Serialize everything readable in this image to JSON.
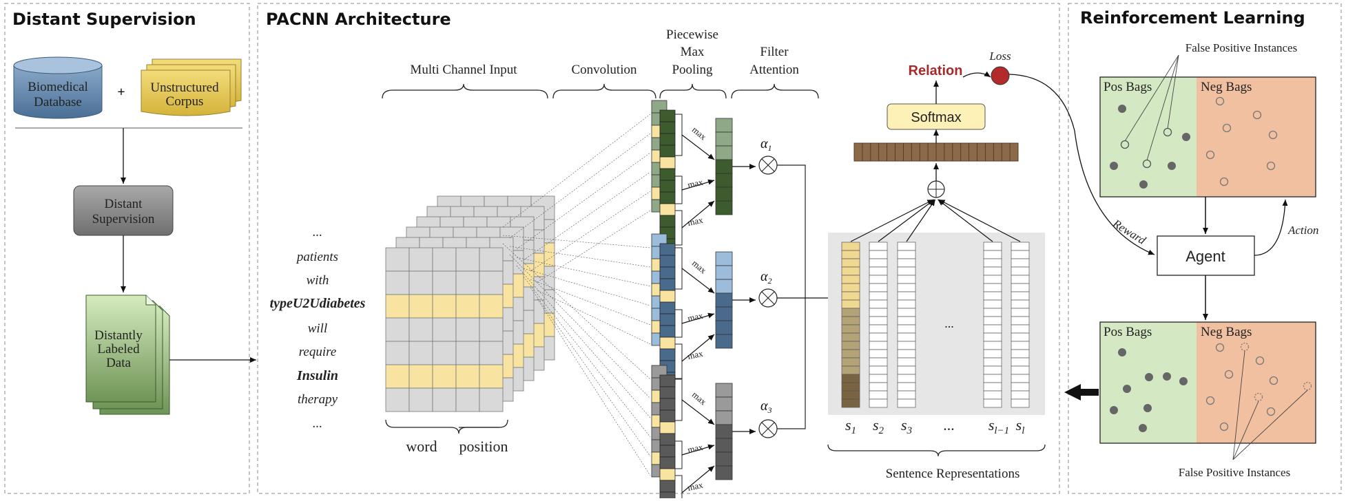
{
  "sections": {
    "distant_supervision": "Distant Supervision",
    "pacnn": "PACNN Architecture",
    "rl": "Reinforcement Learning"
  },
  "distant": {
    "db_line1": "Biomedical",
    "db_line2": "Database",
    "plus": "+",
    "corpus_line1": "Unstructured",
    "corpus_line2": "Corpus",
    "ds_line1": "Distant",
    "ds_line2": "Supervision",
    "data_line1": "Distantly",
    "data_line2": "Labeled",
    "data_line3": "Data"
  },
  "sentence_words": [
    "...",
    "patients",
    "with",
    "typeU2Udiabetes",
    "will",
    "require",
    "Insulin",
    "therapy",
    "..."
  ],
  "pacnn": {
    "multi_channel_input": "Multi Channel Input",
    "convolution": "Convolution",
    "pmp_line1": "Piecewise",
    "pmp_line2": "Max",
    "pmp_line3": "Pooling",
    "fa_line1": "Filter",
    "fa_line2": "Attention",
    "word": "word",
    "position": "position",
    "max": "max",
    "alpha1": "α",
    "alpha1_sub": "1",
    "alpha2": "α",
    "alpha2_sub": "2",
    "alpha3": "α",
    "alpha3_sub": "3",
    "relation": "Relation",
    "loss": "Loss",
    "softmax": "Softmax",
    "ellipsis": "...",
    "sentence_reps": "Sentence Representations",
    "s_labels": [
      {
        "base": "s",
        "sub": "1"
      },
      {
        "base": "s",
        "sub": "2"
      },
      {
        "base": "s",
        "sub": "3"
      },
      {
        "base": "...",
        "sub": ""
      },
      {
        "base": "s",
        "sub": "l−1"
      },
      {
        "base": "s",
        "sub": "l"
      }
    ]
  },
  "rl": {
    "fp_top": "False Positive Instances",
    "fp_bottom": "False Positive Instances",
    "pos_bags": "Pos Bags",
    "neg_bags": "Neg Bags",
    "pos_bags2": "Pos Bags",
    "neg_bags2": "Neg Bags",
    "agent": "Agent",
    "reward": "Reward",
    "action": "Action"
  },
  "colors": {
    "yellow": "#f8e4a0",
    "grey_cell": "#d9d9d9",
    "green_dark": "#3d5c2e",
    "green_light": "#8fa886",
    "blue_dark": "#4a6a8c",
    "blue_light": "#9cbcdc",
    "grey_dark": "#5a5a5a",
    "grey_light": "#9a9a9a",
    "relation_red": "#a52a2a",
    "pos_green": "#d5e8c4",
    "neg_orange": "#f0c0a0",
    "brown_bar": "#8b6a4a"
  }
}
